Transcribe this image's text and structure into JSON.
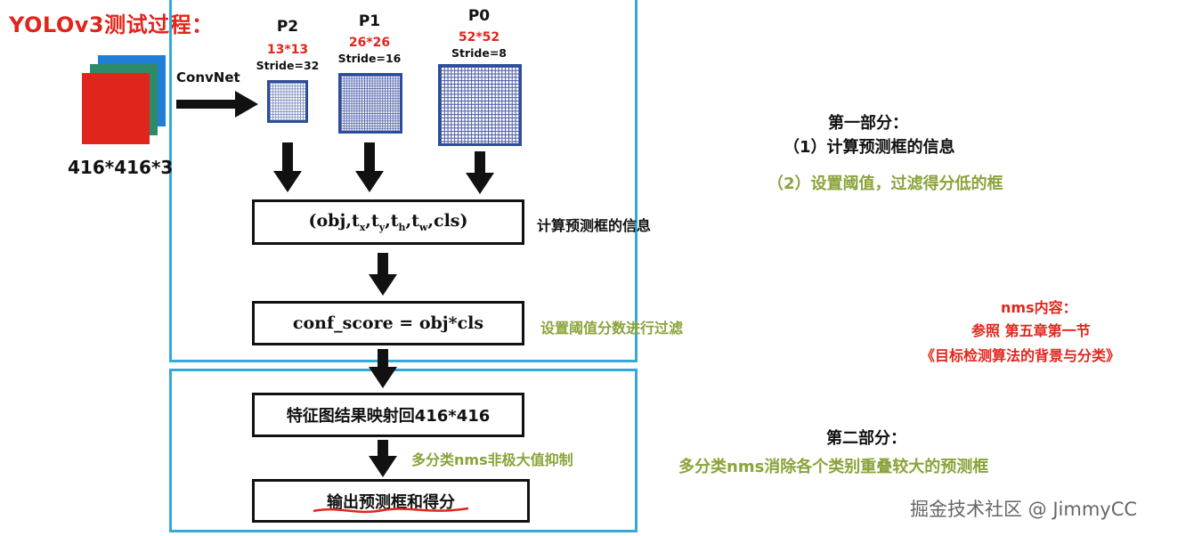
{
  "title": "YOLOv3测试过程：",
  "input": {
    "label": "416*416*3",
    "layer_colors": [
      "#1f7fd6",
      "#2f8a6a",
      "#e0261c"
    ]
  },
  "convnet_label": "ConvNet",
  "levels": [
    {
      "name": "P2",
      "size": "13*13",
      "stride": "Stride=32"
    },
    {
      "name": "P1",
      "size": "26*26",
      "stride": "Stride=16"
    },
    {
      "name": "P0",
      "size": "52*52",
      "stride": "Stride=8"
    }
  ],
  "boxes": {
    "obj_tuple": "(obj,tx,ty,th,tw,cls)",
    "conf_score": "conf_score = obj*cls",
    "map_back": "特征图结果映射回416*416",
    "output": "输出预测框和得分"
  },
  "side_notes": {
    "compute_info": "计算预测框的信息",
    "threshold_filter": "设置阈值分数进行过滤",
    "nms": "多分类nms非极大值抑制"
  },
  "part_one": {
    "heading": "第一部分：",
    "item1": "（1）计算预测框的信息",
    "item2": "（2）设置阈值，过滤得分低的框"
  },
  "nms_ref": {
    "line1": "nms内容：",
    "line2": "参照  第五章第一节",
    "line3": "《目标检测算法的背景与分类》"
  },
  "part_two": {
    "heading": "第二部分：",
    "item": "多分类nms消除各个类别重叠较大的预测框"
  },
  "watermark": "掘金技术社区 @ JimmyCC",
  "colors": {
    "panel_border": "#34a9d6",
    "red": "#e0261c",
    "olive": "#8aa33a",
    "grid_line": "#2b4d9a"
  }
}
